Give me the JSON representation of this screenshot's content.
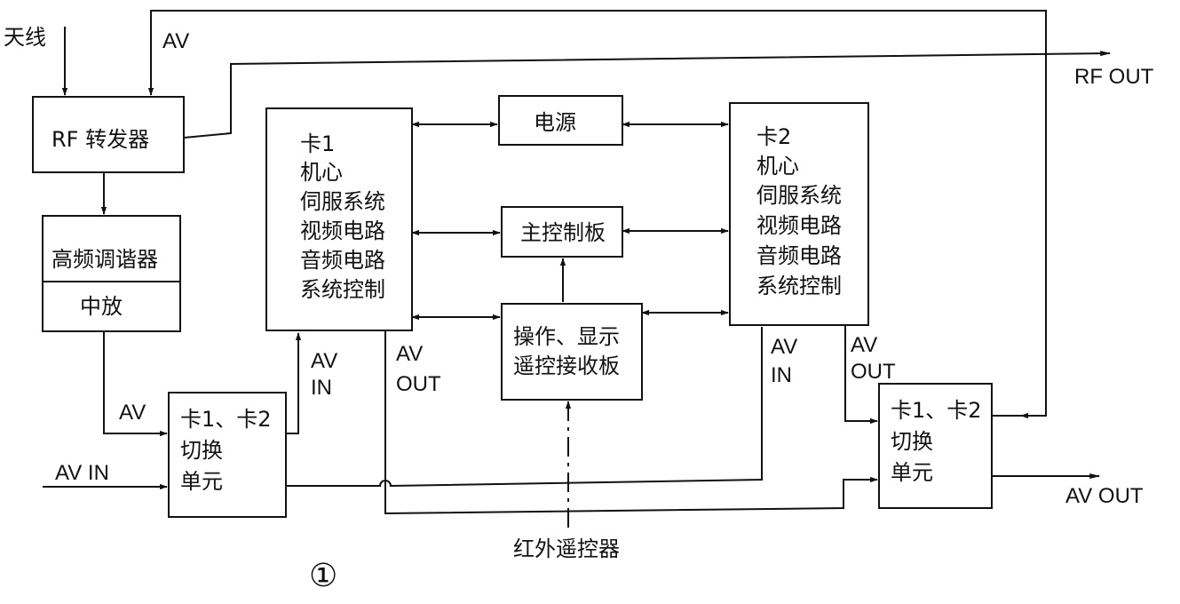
{
  "inputs": {
    "antenna": "天线",
    "av_top": "AV",
    "av_in": "AV IN"
  },
  "outputs": {
    "rf_out": "RF OUT",
    "av_out": "AV OUT"
  },
  "rf_box": {
    "label": "RF 转发器"
  },
  "tuner": {
    "line1": "高频调谐器",
    "line2": "中放"
  },
  "tuner_out_label": "AV",
  "card1": {
    "lines": [
      "卡1",
      "机心",
      "伺服系统",
      "视频电路",
      "音频电路",
      "系统控制"
    ]
  },
  "card2": {
    "lines": [
      "卡2",
      "机心",
      "伺服系统",
      "视频电路",
      "音频电路",
      "系统控制"
    ]
  },
  "power": "电源",
  "main_board": "主控制板",
  "ops_board": {
    "line1": "操作、显示",
    "line2": "遥控接收板"
  },
  "switch_left": {
    "lines": [
      "卡1、卡2",
      "切换",
      "单元"
    ]
  },
  "switch_right": {
    "lines": [
      "卡1、卡2",
      "切换",
      "单元"
    ]
  },
  "card1_av_in": [
    "AV",
    "IN"
  ],
  "card1_av_out": [
    "AV",
    "OUT"
  ],
  "card2_av_in": [
    "AV",
    "IN"
  ],
  "card2_av_out": [
    "AV",
    "OUT"
  ],
  "remote": "红外遥控器",
  "figure_number": "①"
}
